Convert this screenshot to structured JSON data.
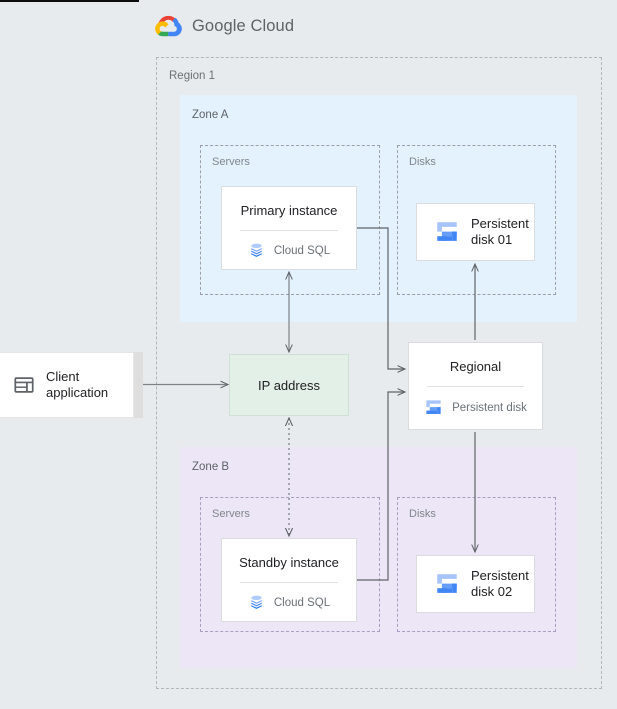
{
  "brand": {
    "logo_icon": "google-cloud-logo-icon",
    "name_bold": "Google",
    "name_light": " Cloud",
    "colors": {
      "red": "#ea4335",
      "yellow": "#fbbc04",
      "green": "#34a853",
      "blue": "#4285f4",
      "text": "#5f6368"
    }
  },
  "region": {
    "label": "Region 1"
  },
  "zones": [
    {
      "id": "zone-a",
      "label": "Zone A",
      "background": "#e3f2fd",
      "groups": [
        {
          "id": "servers-a",
          "label": "Servers"
        },
        {
          "id": "disks-a",
          "label": "Disks"
        }
      ]
    },
    {
      "id": "zone-b",
      "label": "Zone B",
      "background": "#ece6f6",
      "groups": [
        {
          "id": "servers-b",
          "label": "Servers"
        },
        {
          "id": "disks-b",
          "label": "Disks"
        }
      ]
    }
  ],
  "nodes": {
    "primary_instance": {
      "title": "Primary instance",
      "service_label": "Cloud SQL",
      "service_icon": "cloud-sql-icon"
    },
    "standby_instance": {
      "title": "Standby instance",
      "service_label": "Cloud SQL",
      "service_icon": "cloud-sql-icon"
    },
    "regional_disk": {
      "title": "Regional",
      "service_label": "Persistent disk",
      "service_icon": "persistent-disk-icon"
    },
    "persistent_disk_01": {
      "label_line1": "Persistent",
      "label_line2": "disk 01",
      "icon": "persistent-disk-icon"
    },
    "persistent_disk_02": {
      "label_line1": "Persistent",
      "label_line2": "disk 02",
      "icon": "persistent-disk-icon"
    },
    "ip_address": {
      "label": "IP address",
      "background": "#e3f0e7"
    },
    "client_application": {
      "label_line1": "Client",
      "label_line2": "application",
      "icon": "client-window-icon"
    }
  },
  "connectors": [
    {
      "id": "client-to-ip",
      "style": "solid",
      "direction": "bidirectional"
    },
    {
      "id": "primary-to-ip",
      "style": "solid",
      "direction": "bidirectional"
    },
    {
      "id": "standby-to-ip",
      "style": "dotted",
      "direction": "bidirectional"
    },
    {
      "id": "primary-to-regional",
      "style": "solid",
      "direction": "forward"
    },
    {
      "id": "standby-to-regional",
      "style": "solid",
      "direction": "forward"
    },
    {
      "id": "regional-to-disk01",
      "style": "solid",
      "direction": "forward"
    },
    {
      "id": "regional-to-disk02",
      "style": "solid",
      "direction": "forward"
    }
  ],
  "palette": {
    "canvas_background": "#e8ebed",
    "card_border": "#dadce0",
    "dashed_border": "#b0b6bb",
    "connector": "#5f6368",
    "disk_icon_light": "#a7c4f9",
    "disk_icon_dark": "#4285f4",
    "sql_icon": "#669df6"
  }
}
